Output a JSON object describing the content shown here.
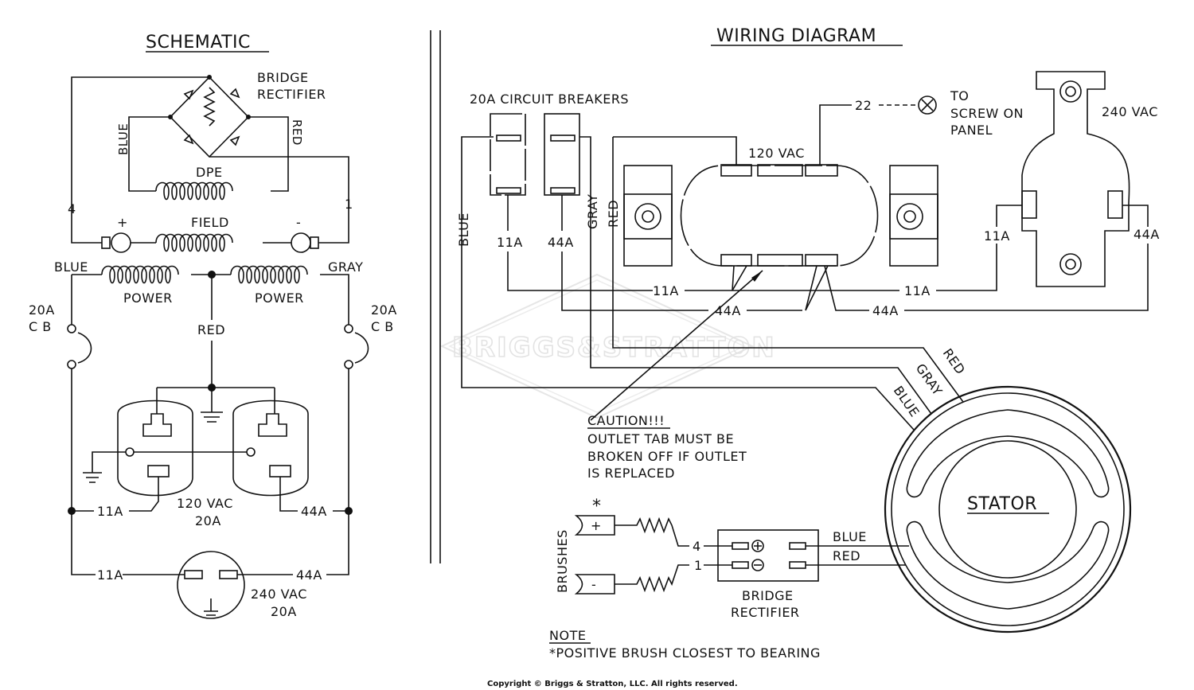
{
  "schematic": {
    "title": "SCHEMATIC",
    "bridge_rectifier": "BRIDGE",
    "bridge_rectifier_2": "RECTIFIER",
    "blue": "BLUE",
    "red": "RED",
    "dpe": "DPE",
    "field": "FIELD",
    "plus": "+",
    "minus": "-",
    "num4": "4",
    "num1": "1",
    "blue2": "BLUE",
    "gray": "GRAY",
    "power_left": "POWER",
    "power_right": "POWER",
    "red_center": "RED",
    "cb_left_1": "20A",
    "cb_left_2": "C B",
    "cb_right_1": "20A",
    "cb_right_2": "C B",
    "w11a_1": "11A",
    "w44a_1": "44A",
    "vac120": "120 VAC",
    "amp20_1": "20A",
    "w11a_2": "11A",
    "w44a_2": "44A",
    "vac240": "240 VAC",
    "amp20_2": "20A"
  },
  "wiring": {
    "title": "WIRING DIAGRAM",
    "breakers": "20A CIRCUIT BREAKERS",
    "w22": "22",
    "to_screw": "TO",
    "to_screw_2": "SCREW ON",
    "to_screw_3": "PANEL",
    "vac240": "240 VAC",
    "vac120": "120 VAC",
    "blue": "BLUE",
    "gray": "GRAY",
    "red": "RED",
    "w11a_a": "11A",
    "w44a_a": "44A",
    "w11a_b": "11A",
    "w44a_b": "44A",
    "w11a_c": "11A",
    "w11a_d": "11A",
    "w44a_c": "44A",
    "w44a_d": "44A",
    "stator_red": "RED",
    "stator_gray": "GRAY",
    "stator_blue": "BLUE",
    "caution_1": "CAUTION!!!",
    "caution_2": "OUTLET TAB MUST BE",
    "caution_3": "BROKEN OFF IF OUTLET",
    "caution_4": "IS REPLACED",
    "stator": "STATOR",
    "asterisk": "*",
    "brushes": "BRUSHES",
    "brush_plus": "+",
    "brush_minus": "-",
    "w4": "4",
    "w1": "1",
    "br_blue": "BLUE",
    "br_red": "RED",
    "bridge_1": "BRIDGE",
    "bridge_2": "RECTIFIER",
    "note_1": "NOTE",
    "note_2": "*POSITIVE BRUSH CLOSEST TO BEARING"
  },
  "watermark": "BRIGGS&STRATTON",
  "copyright": "Copyright © Briggs & Stratton, LLC. All rights reserved."
}
